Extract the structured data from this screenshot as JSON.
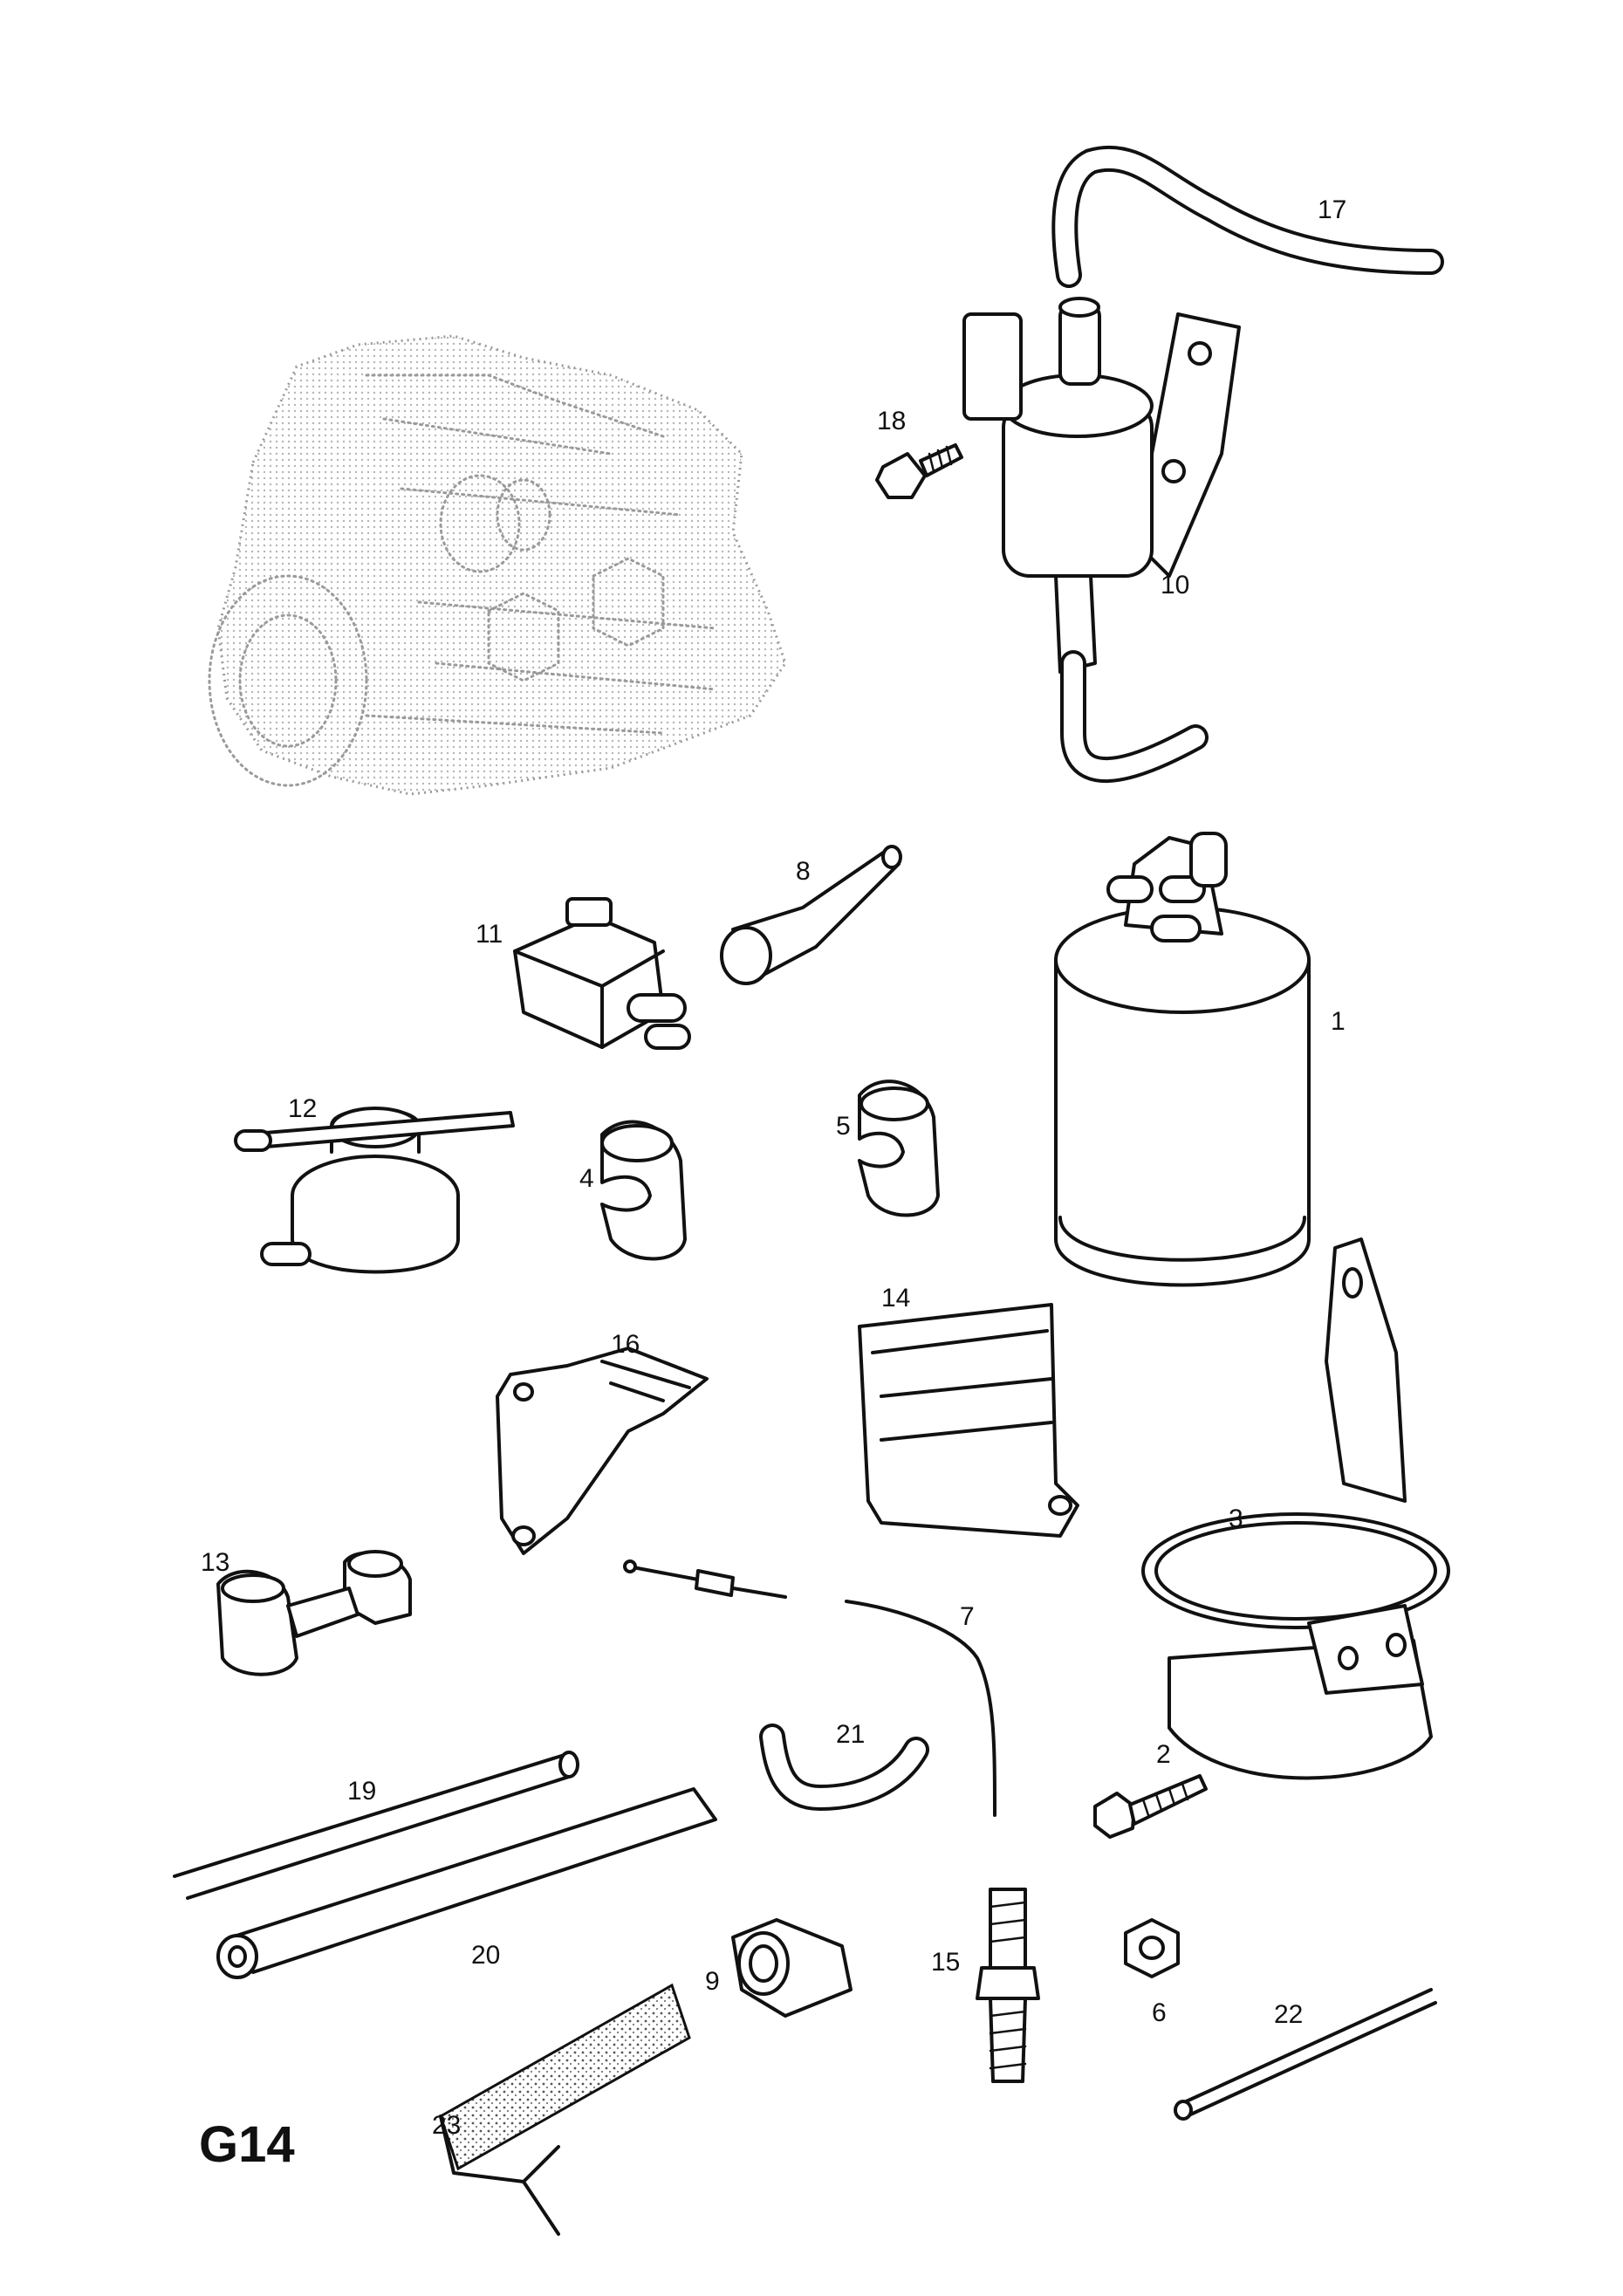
{
  "diagram_code": "G14",
  "parts": [
    {
      "id": "part-1",
      "label": "1"
    },
    {
      "id": "part-2",
      "label": "2"
    },
    {
      "id": "part-3",
      "label": "3"
    },
    {
      "id": "part-4",
      "label": "4"
    },
    {
      "id": "part-5",
      "label": "5"
    },
    {
      "id": "part-6",
      "label": "6"
    },
    {
      "id": "part-7",
      "label": "7"
    },
    {
      "id": "part-8",
      "label": "8"
    },
    {
      "id": "part-9",
      "label": "9"
    },
    {
      "id": "part-10",
      "label": "10"
    },
    {
      "id": "part-11",
      "label": "11"
    },
    {
      "id": "part-12",
      "label": "12"
    },
    {
      "id": "part-13",
      "label": "13"
    },
    {
      "id": "part-14",
      "label": "14"
    },
    {
      "id": "part-15",
      "label": "15"
    },
    {
      "id": "part-16",
      "label": "16"
    },
    {
      "id": "part-17",
      "label": "17"
    },
    {
      "id": "part-18",
      "label": "18"
    },
    {
      "id": "part-19",
      "label": "19"
    },
    {
      "id": "part-20",
      "label": "20"
    },
    {
      "id": "part-21",
      "label": "21"
    },
    {
      "id": "part-22",
      "label": "22"
    },
    {
      "id": "part-23",
      "label": "23"
    }
  ]
}
